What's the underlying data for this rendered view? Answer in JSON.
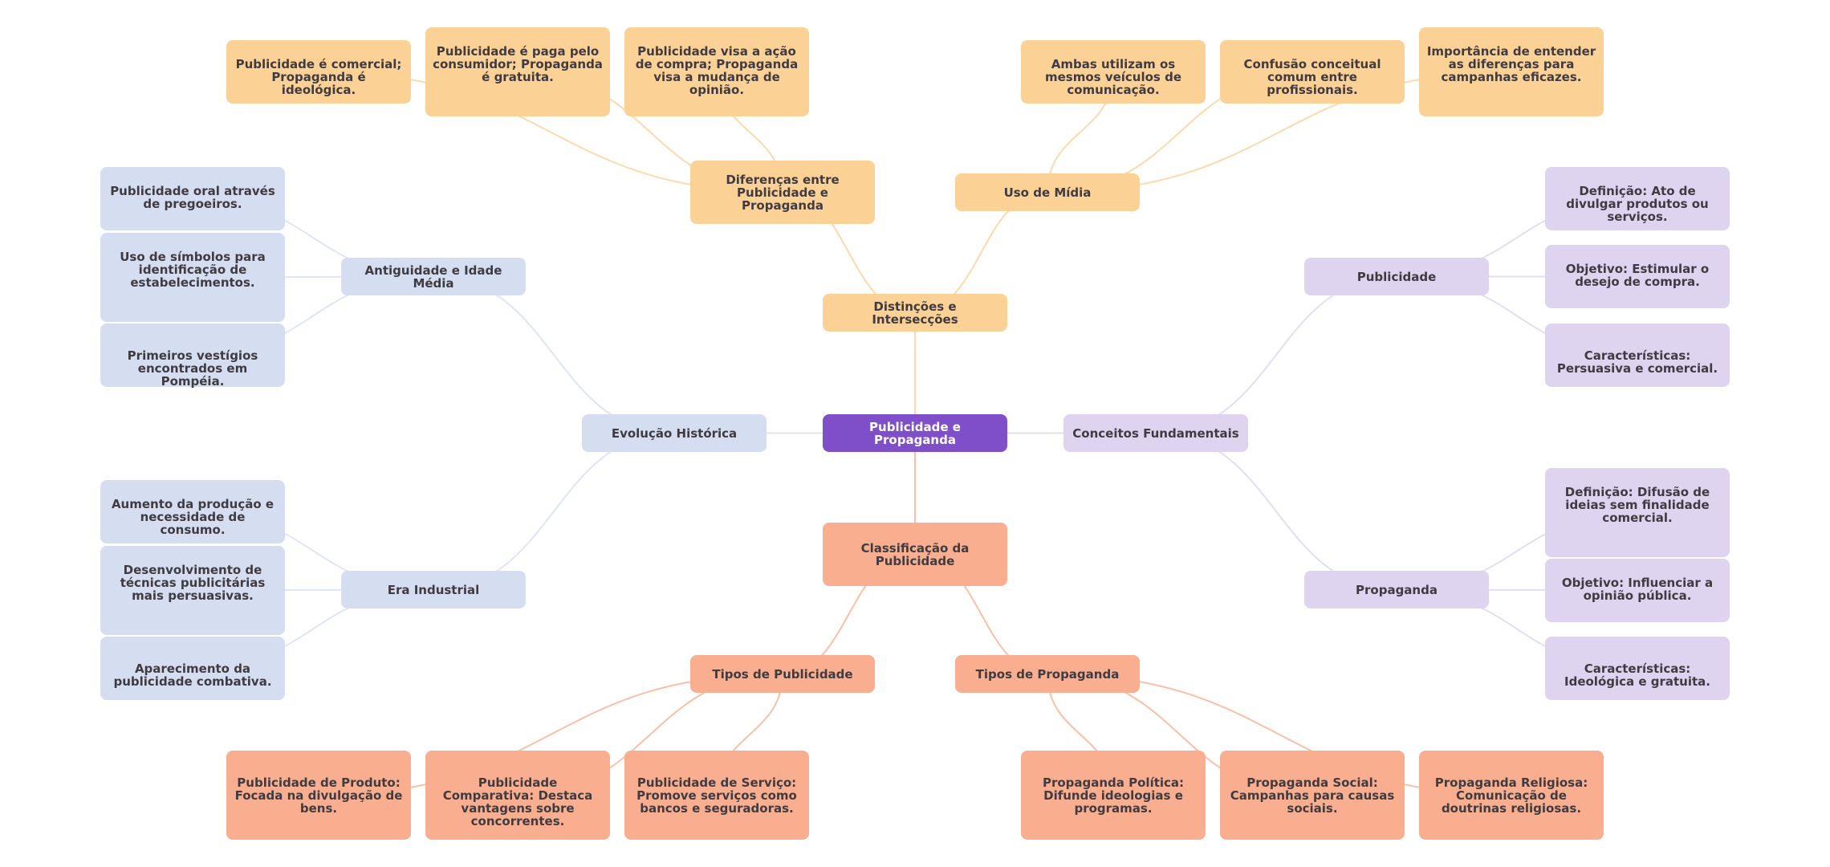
{
  "title": "Publicidade e Propaganda",
  "colors": {
    "root": "#7e4fc8",
    "distincoes": "#fcd196",
    "evolucao": "#d5ddf1",
    "conceitos": "#ded4f0",
    "classificacao": "#f9ae90",
    "edge_orange": "#fdd9ad",
    "edge_blue": "#dfe5f5",
    "edge_purple": "#e5dcf5",
    "edge_salmon": "#fbbfa6",
    "text": "#3f3b40"
  },
  "root": {
    "label": "Publicidade e Propaganda"
  },
  "branches": {
    "distincoes": {
      "label": "Distinções e Intersecções",
      "children": [
        {
          "label": "Diferenças entre Publicidade e Propaganda",
          "leaves": [
            "Publicidade é comercial; Propaganda é ideológica.",
            "Publicidade é paga pelo consumidor; Propaganda é gratuita.",
            "Publicidade visa a ação de compra; Propaganda visa a mudança de opinião."
          ]
        },
        {
          "label": "Uso de Mídia",
          "leaves": [
            "Ambas utilizam os mesmos veículos de comunicação.",
            "Confusão conceitual comum entre profissionais.",
            "Importância de entender as diferenças para campanhas eficazes."
          ]
        }
      ]
    },
    "evolucao": {
      "label": "Evolução Histórica",
      "children": [
        {
          "label": "Antiguidade e Idade Média",
          "leaves": [
            "Publicidade oral através de pregoeiros.",
            "Uso de símbolos para identificação de estabelecimentos.",
            "Primeiros vestígios encontrados em Pompéia."
          ]
        },
        {
          "label": "Era Industrial",
          "leaves": [
            "Aumento da produção e necessidade de consumo.",
            "Desenvolvimento de técnicas publicitárias mais persuasivas.",
            "Aparecimento da publicidade combativa."
          ]
        }
      ]
    },
    "conceitos": {
      "label": "Conceitos Fundamentais",
      "children": [
        {
          "label": "Publicidade",
          "leaves": [
            "Definição: Ato de divulgar produtos ou serviços.",
            "Objetivo: Estimular o desejo de compra.",
            "Características: Persuasiva e comercial."
          ]
        },
        {
          "label": "Propaganda",
          "leaves": [
            "Definição: Difusão de ideias sem finalidade comercial.",
            "Objetivo: Influenciar a opinião pública.",
            "Características: Ideológica e gratuita."
          ]
        }
      ]
    },
    "classificacao": {
      "label": "Classificação da Publicidade",
      "children": [
        {
          "label": "Tipos de Publicidade",
          "leaves": [
            "Publicidade de Produto: Focada na divulgação de bens.",
            "Publicidade Comparativa: Destaca vantagens sobre concorrentes.",
            "Publicidade de Serviço: Promove serviços como bancos e seguradoras."
          ]
        },
        {
          "label": "Tipos de Propaganda",
          "leaves": [
            "Propaganda Política: Difunde ideologias e programas.",
            "Propaganda Social: Campanhas para causas sociais.",
            "Propaganda Religiosa: Comunicação de doutrinas religiosas."
          ]
        }
      ]
    }
  }
}
